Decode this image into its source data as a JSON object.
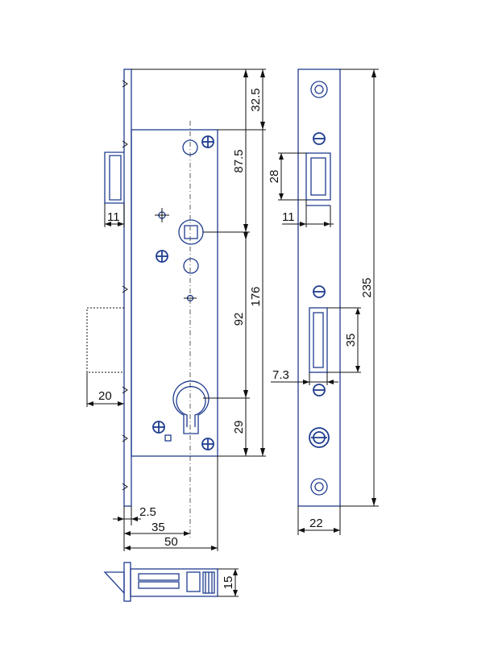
{
  "dimensions": {
    "d_32_5": "32.5",
    "d_87_5": "87.5",
    "d_176": "176",
    "d_92": "92",
    "d_29": "29",
    "d_11_left": "11",
    "d_20": "20",
    "d_2_5": "2.5",
    "d_35_bottom": "35",
    "d_50": "50",
    "d_15": "15",
    "d_28": "28",
    "d_11_right": "11",
    "d_235": "235",
    "d_35_right": "35",
    "d_7_3": "7.3",
    "d_22": "22"
  },
  "colors": {
    "line_blue": "#1f3c8f",
    "dimension_black": "#111111"
  }
}
